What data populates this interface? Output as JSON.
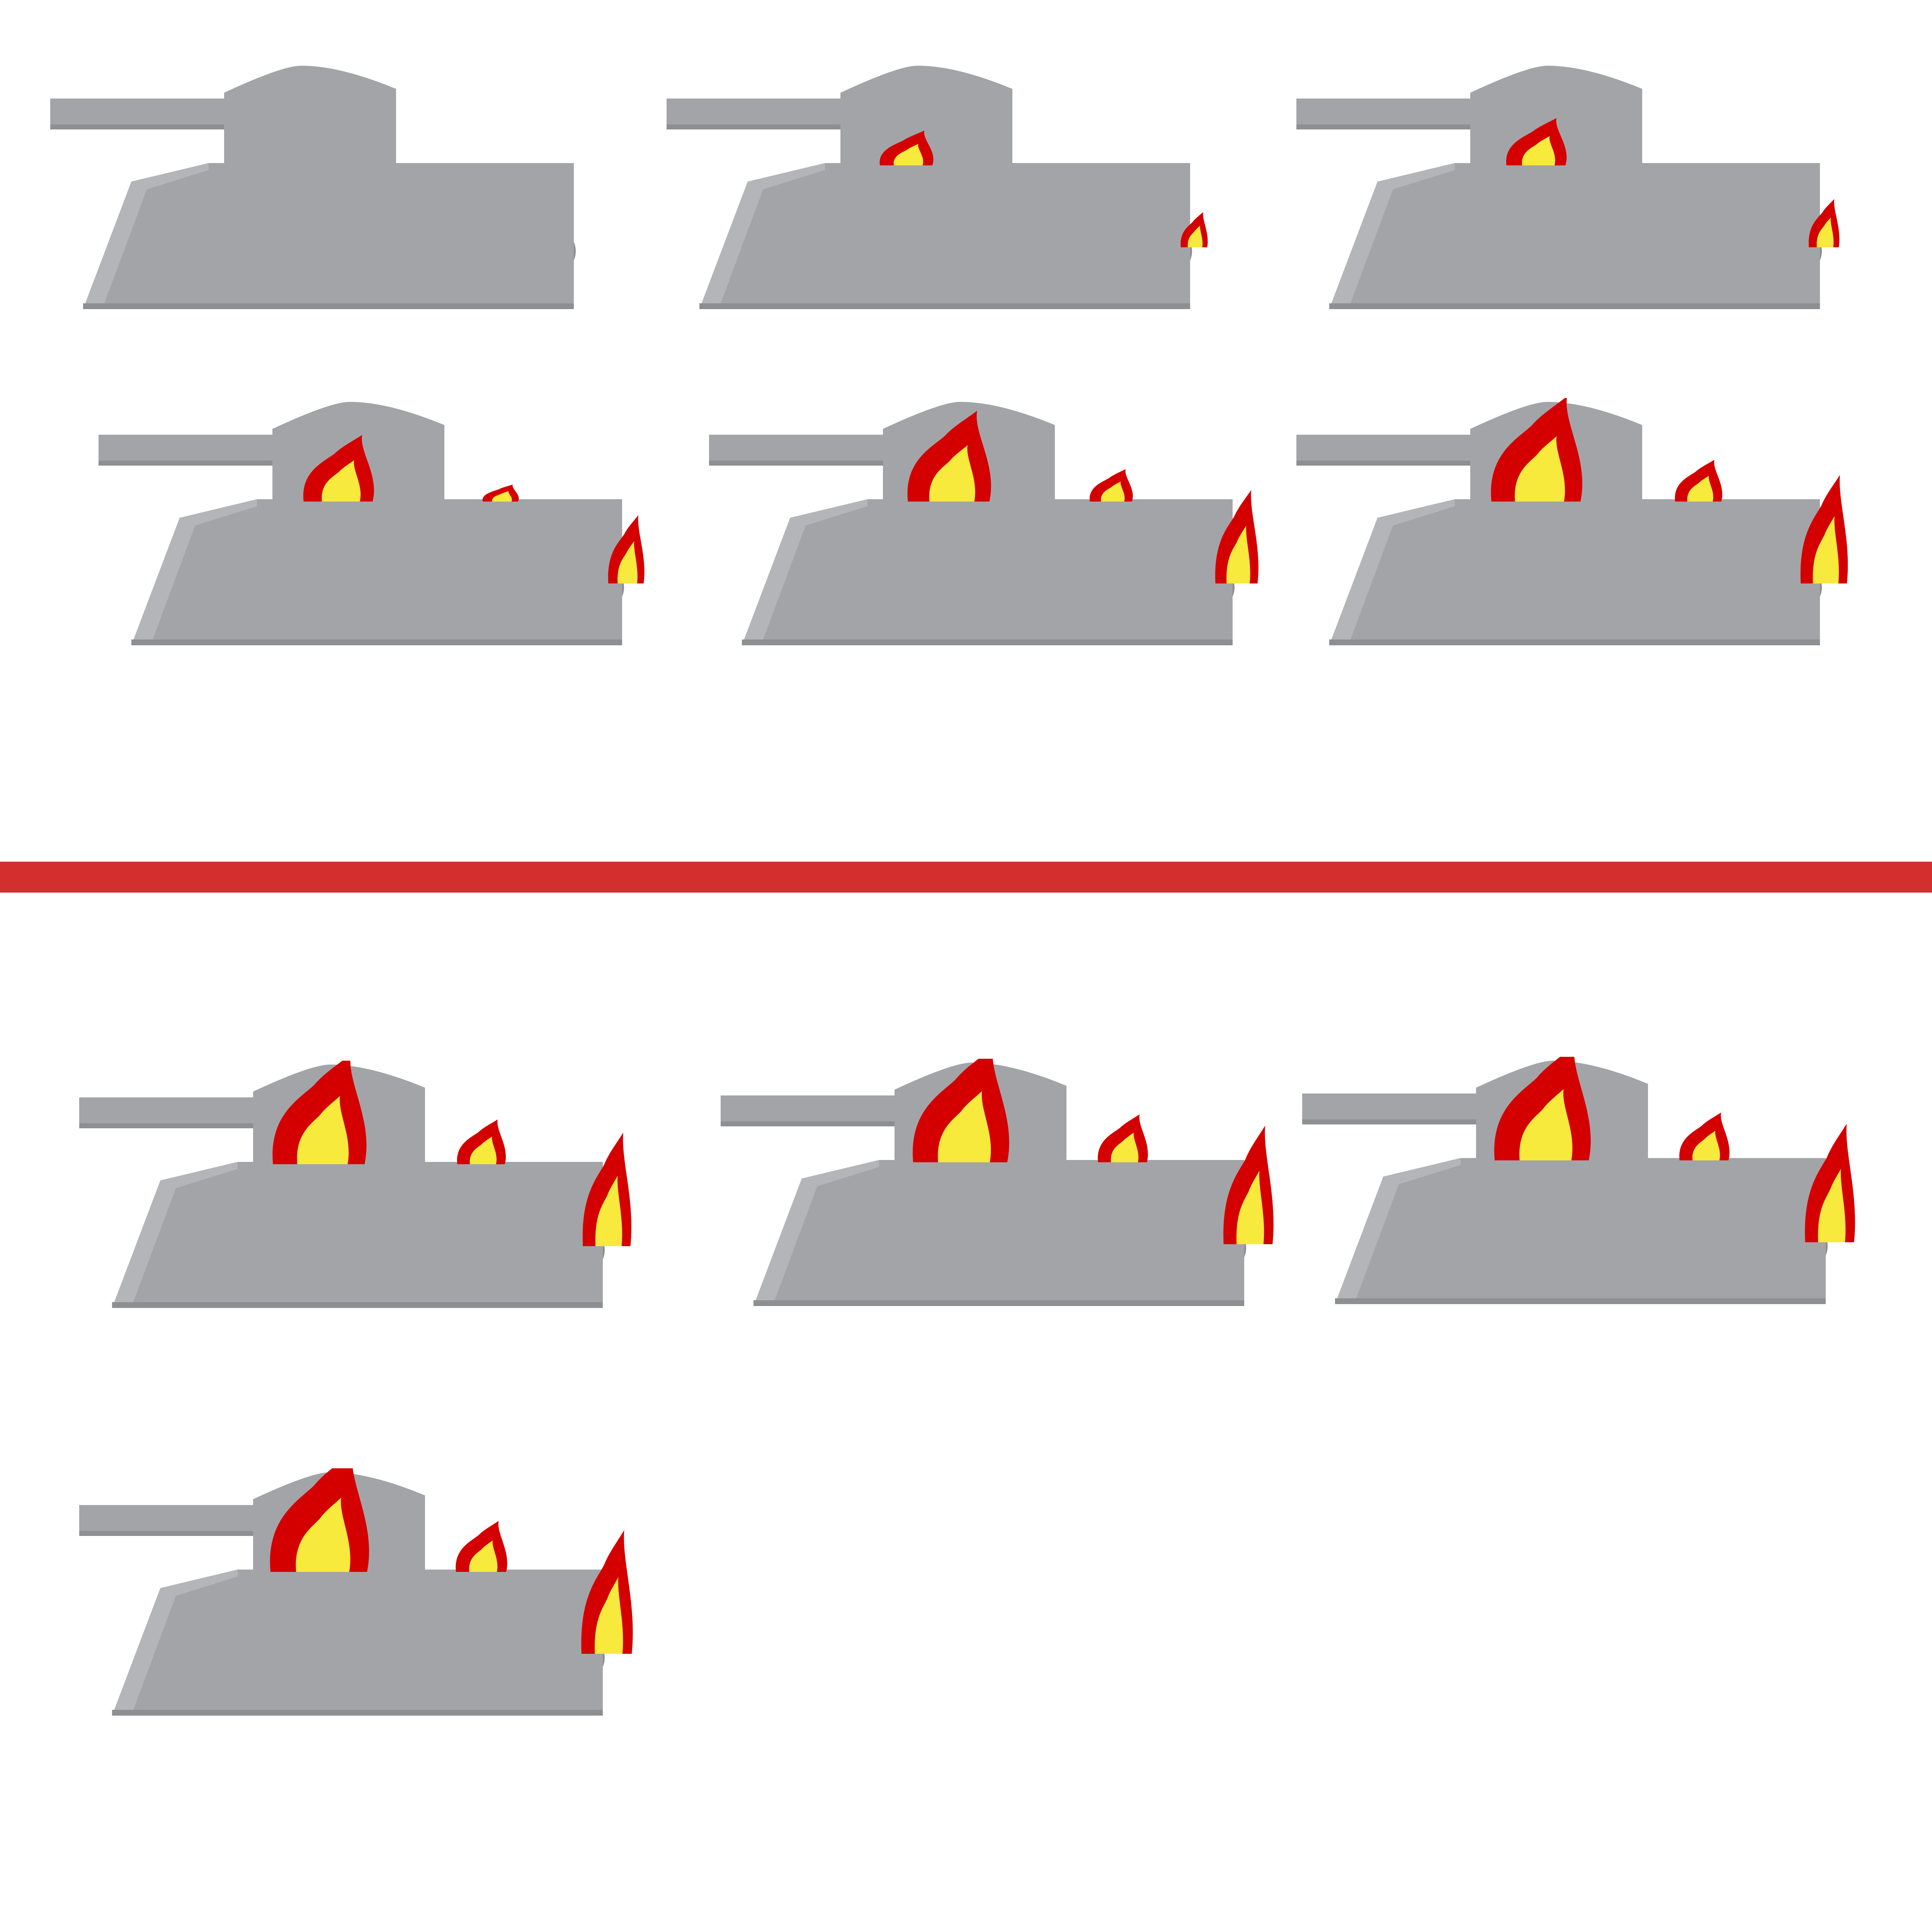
{
  "sheet": {
    "background": "#ffffff",
    "divider_color": "#d32f2f",
    "colors": {
      "hull": "#a3a4a8",
      "hull_light": "#b4b5b9",
      "hull_dark": "#8e8f93",
      "wheel": "#8a8d96",
      "flame_outer": "#d40000",
      "flame_inner": "#f7ea3c"
    },
    "top_group": {
      "frames": [
        {
          "frame": 1,
          "fire_intensity": 0.0
        },
        {
          "frame": 2,
          "fire_intensity": 0.12
        },
        {
          "frame": 3,
          "fire_intensity": 0.25
        },
        {
          "frame": 4,
          "fire_intensity": 0.45
        },
        {
          "frame": 5,
          "fire_intensity": 0.7
        },
        {
          "frame": 6,
          "fire_intensity": 0.85
        }
      ]
    },
    "bottom_group": {
      "frames": [
        {
          "frame": 7,
          "fire_intensity": 0.9
        },
        {
          "frame": 8,
          "fire_intensity": 0.95
        },
        {
          "frame": 9,
          "fire_intensity": 0.95
        },
        {
          "frame": 10,
          "fire_intensity": 1.0
        }
      ]
    }
  }
}
